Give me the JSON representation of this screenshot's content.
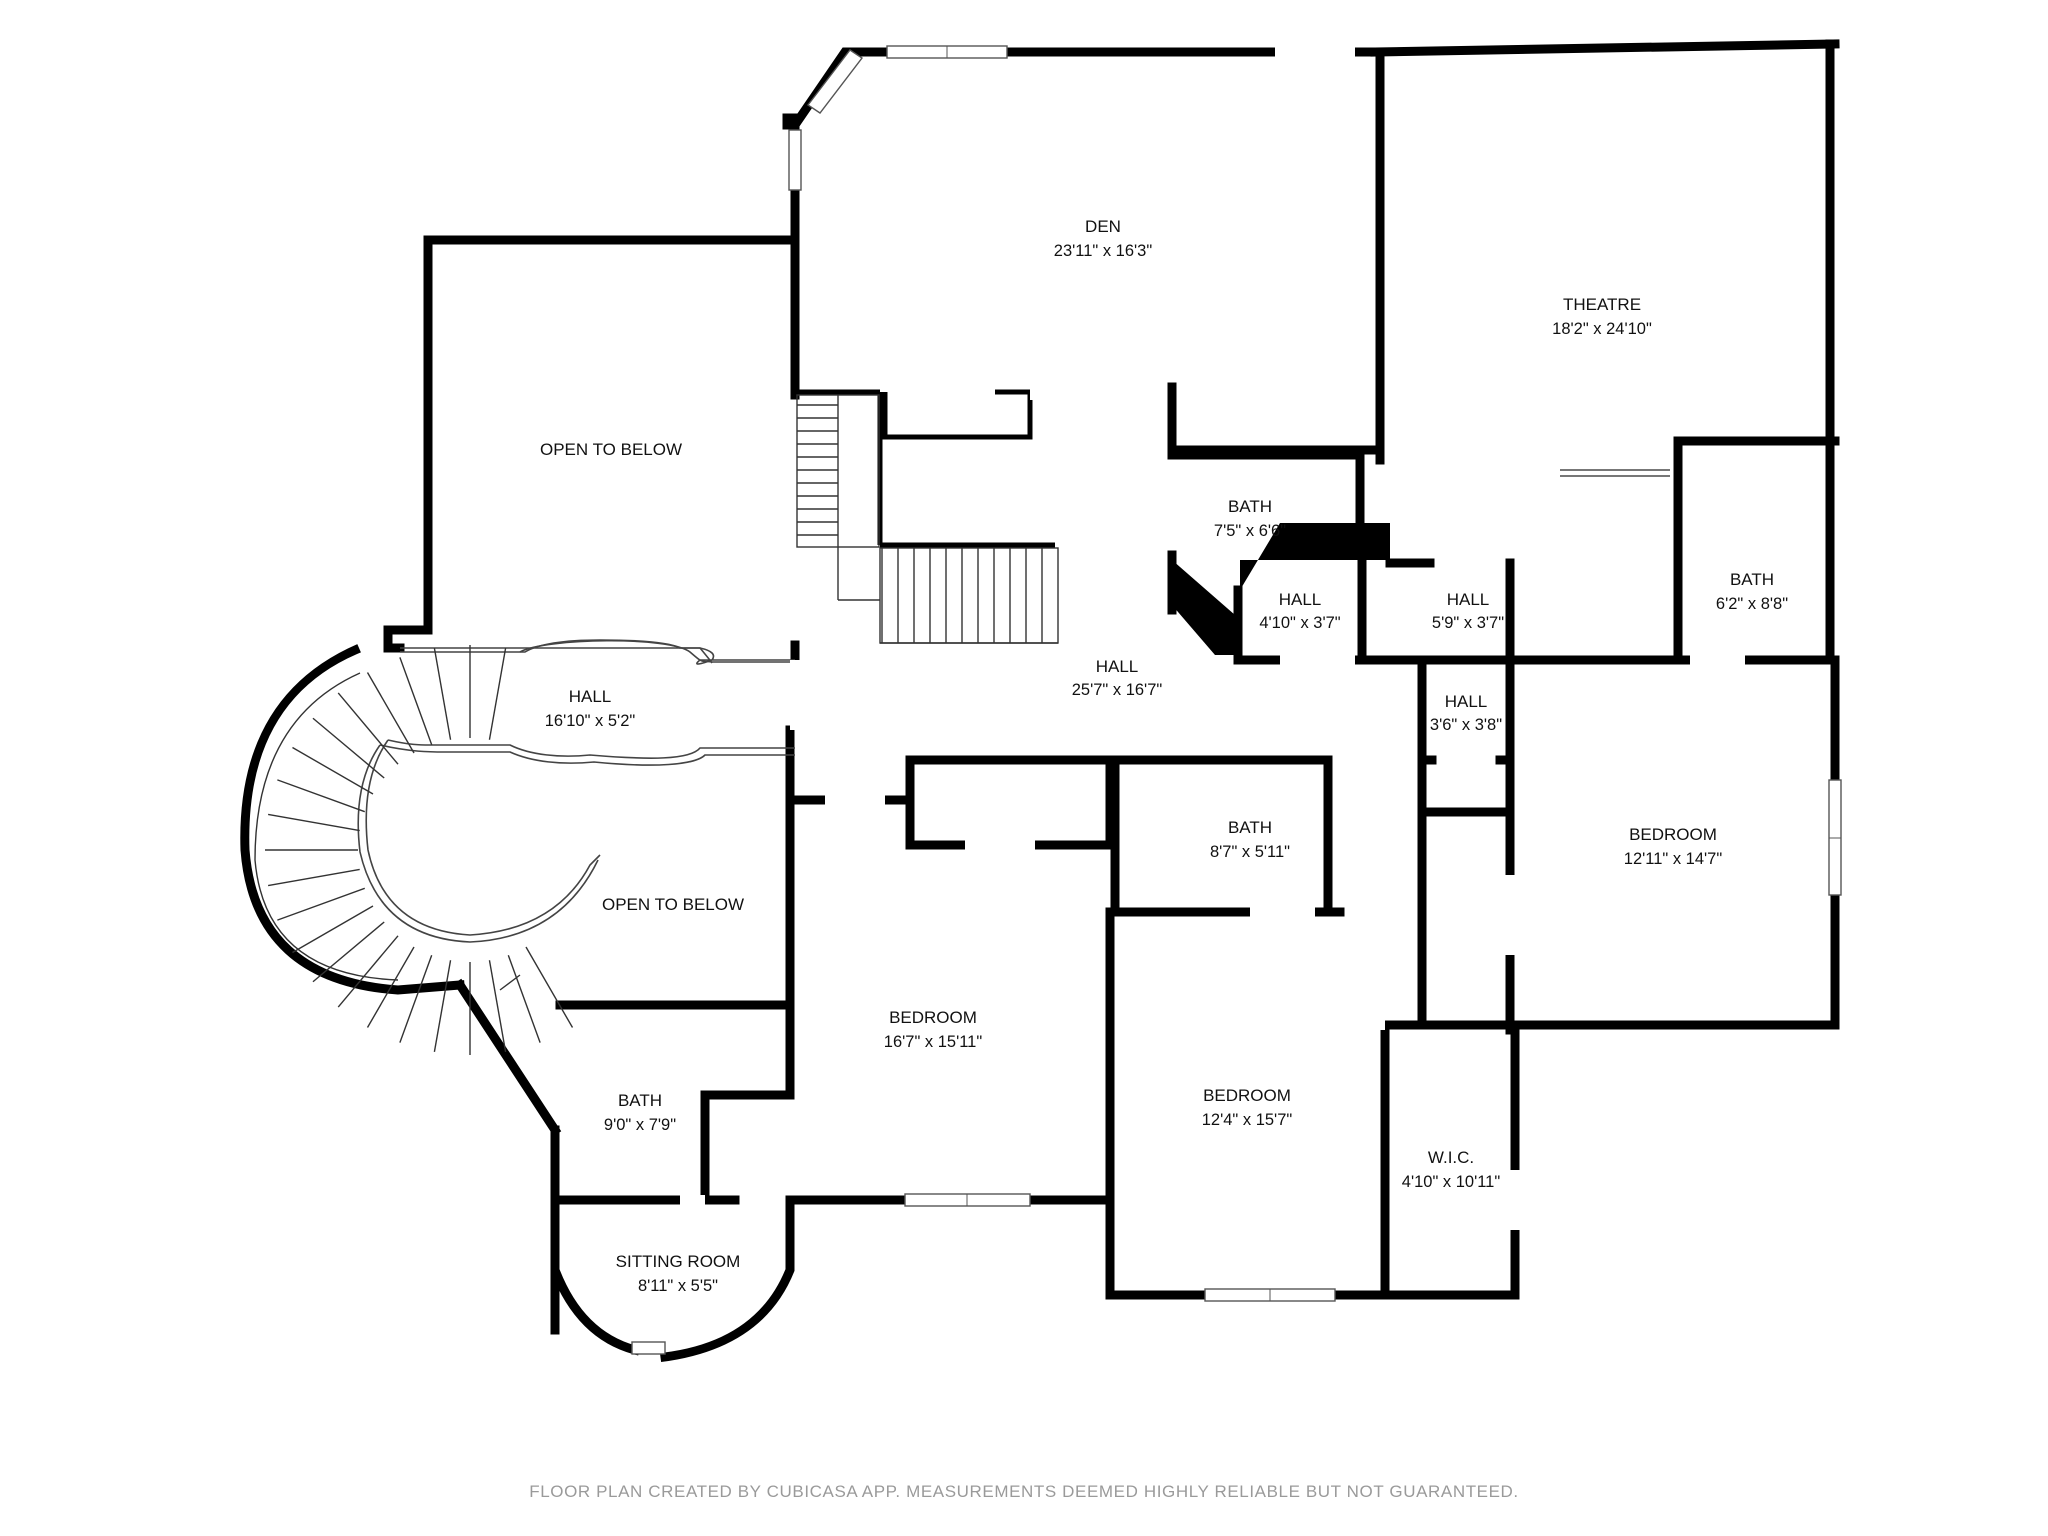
{
  "rooms": {
    "den": {
      "name": "DEN",
      "size": "23'11\" x 16'3\""
    },
    "theatre": {
      "name": "THEATRE",
      "size": "18'2\" x 24'10\""
    },
    "open_to_below_upper": {
      "name": "OPEN TO BELOW"
    },
    "bath_center": {
      "name": "BATH",
      "size": "7'5\" x 6'6\""
    },
    "hall_small_left": {
      "name": "HALL",
      "size": "4'10\" x 3'7\""
    },
    "hall_small_right": {
      "name": "HALL",
      "size": "5'9\" x 3'7\""
    },
    "bath_right": {
      "name": "BATH",
      "size": "6'2\" x 8'8\""
    },
    "hall_left": {
      "name": "HALL",
      "size": "16'10\" x 5'2\""
    },
    "hall_main": {
      "name": "HALL",
      "size": "25'7\" x 16'7\""
    },
    "hall_tiny": {
      "name": "HALL",
      "size": "3'6\" x 3'8\""
    },
    "bath_mid": {
      "name": "BATH",
      "size": "8'7\" x 5'11\""
    },
    "bedroom_right": {
      "name": "BEDROOM",
      "size": "12'11\" x 14'7\""
    },
    "open_to_below_lower": {
      "name": "OPEN TO BELOW"
    },
    "bedroom_center": {
      "name": "BEDROOM",
      "size": "16'7\" x 15'11\""
    },
    "bath_left": {
      "name": "BATH",
      "size": "9'0\" x 7'9\""
    },
    "bedroom_lower": {
      "name": "BEDROOM",
      "size": "12'4\" x 15'7\""
    },
    "wic": {
      "name": "W.I.C.",
      "size": "4'10\" x 10'11\""
    },
    "sitting_room": {
      "name": "SITTING ROOM",
      "size": "8'11\" x 5'5\""
    }
  },
  "footer": {
    "text": "FLOOR PLAN CREATED BY CUBICASA APP. MEASUREMENTS DEEMED HIGHLY RELIABLE BUT NOT GUARANTEED."
  }
}
